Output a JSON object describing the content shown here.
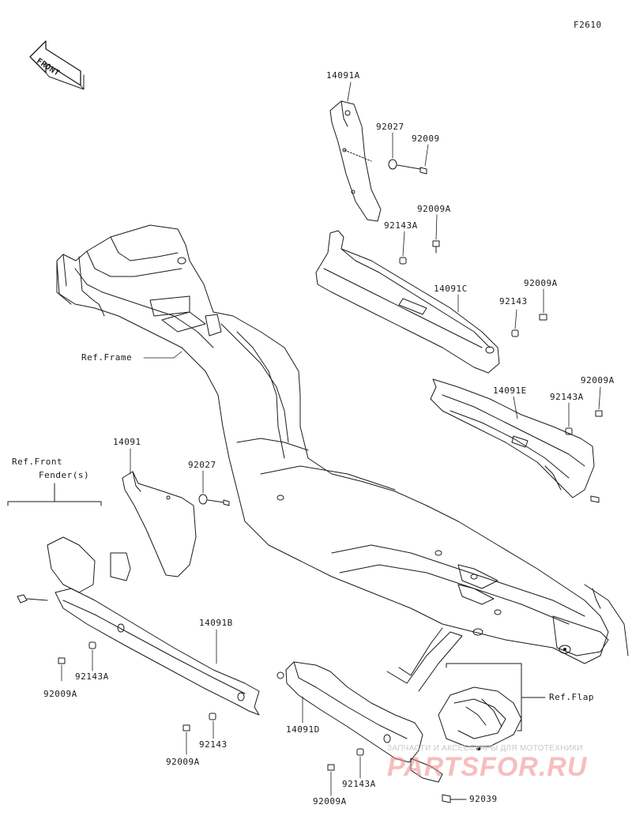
{
  "figure_code": "F2610",
  "front_marker": "FRONT",
  "labels": {
    "p14091A": "14091A",
    "p92027_top": "92027",
    "p92009_top": "92009",
    "p92009A_1": "92009A",
    "p92143A_1": "92143A",
    "p14091C": "14091C",
    "p92009A_2": "92009A",
    "p92143_1": "92143",
    "ref_frame": "Ref.Frame",
    "p92009A_3": "92009A",
    "p14091E": "14091E",
    "p92143A_2": "92143A",
    "p14091": "14091",
    "p92027_mid": "92027",
    "ref_front_fender_1": "Ref.Front",
    "ref_front_fender_2": "Fender(s)",
    "p14091B": "14091B",
    "p92143A_3": "92143A",
    "p92009A_4": "92009A",
    "ref_flap": "Ref.Flap",
    "p92143_2": "92143",
    "p92009A_5": "92009A",
    "p14091D": "14091D",
    "p92143A_4": "92143A",
    "p92009A_6": "92009A",
    "p92039": "92039"
  },
  "watermark": {
    "caption": "ЗАПЧАСТИ И АКСЕССУАРЫ ДЛЯ МОТОТЕХНИКИ",
    "brand": "PARTSFOR.RU"
  },
  "colors": {
    "line": "#1a1a1a",
    "watermark_red": "#f08a8a"
  }
}
